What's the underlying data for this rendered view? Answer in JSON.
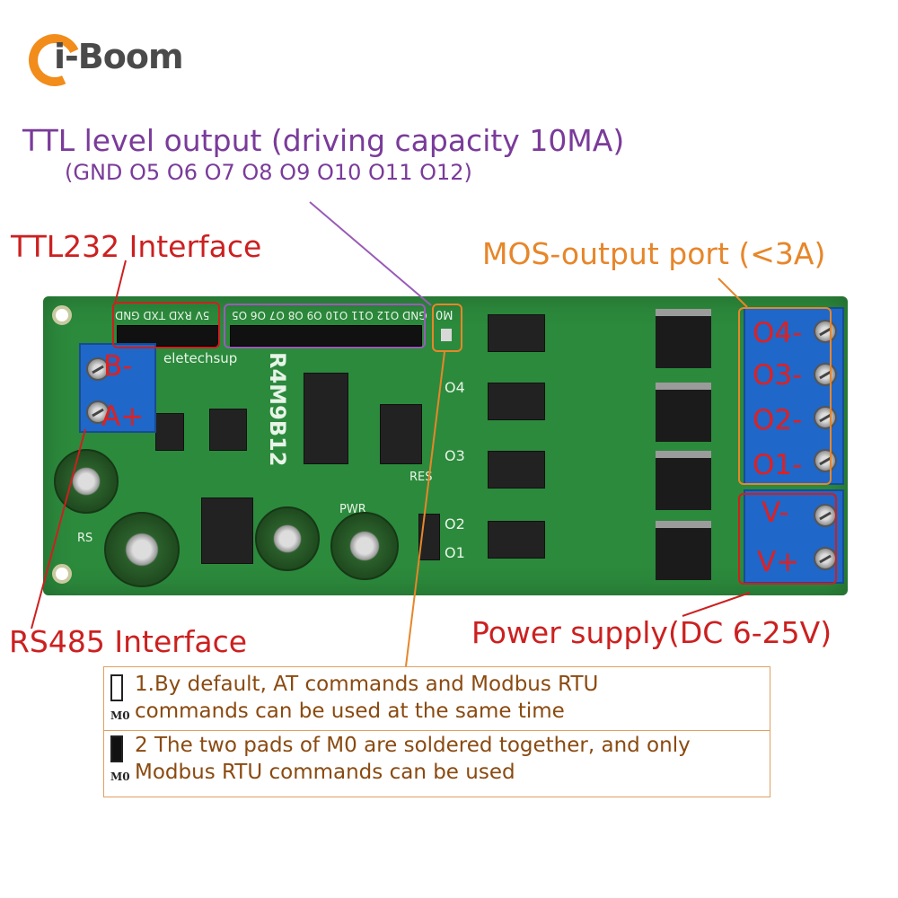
{
  "brand": {
    "name": "i-Boom",
    "accent": "#f28c1a"
  },
  "labels": {
    "ttl_output_title": "TTL level output (driving capacity 10MA)",
    "ttl_output_pins": "(GND O5 O6 O7 O8 O9 O10 O11 O12)",
    "ttl232": "TTL232 Interface",
    "mos_output": "MOS-output port (<3A)",
    "rs485": "RS485 Interface",
    "power_supply": "Power supply(DC 6-25V)"
  },
  "terminals": {
    "rs485": [
      "B-",
      "A+"
    ],
    "outputs": [
      "O4-",
      "O3-",
      "O2-",
      "O1-"
    ],
    "power": [
      "V-",
      "V+"
    ]
  },
  "board": {
    "model": "R4M9B12",
    "maker": "eletechsup",
    "header_pins": "5V RXD TXD GND",
    "out_pins": "GND O12 O11 O10 O9 O8 O7 O6 O5",
    "jumper": "M0",
    "pwr": "PWR",
    "res": "RES",
    "rs_mark": "RS",
    "channels": [
      "O4",
      "O3",
      "O2",
      "O1"
    ]
  },
  "notes": [
    {
      "text": "1.By default, AT commands and Modbus RTU\ncommands can be used at the same time",
      "jumper_label": "M0"
    },
    {
      "text": "2 The two pads of M0 are soldered together, and only\nModbus RTU commands can be used",
      "jumper_label": "M0"
    }
  ],
  "colors": {
    "red": "#cc2020",
    "purple": "#7a3b9a",
    "orange": "#e7862a",
    "pcb": "#2c8a3c",
    "terminal": "#1f67c9"
  }
}
